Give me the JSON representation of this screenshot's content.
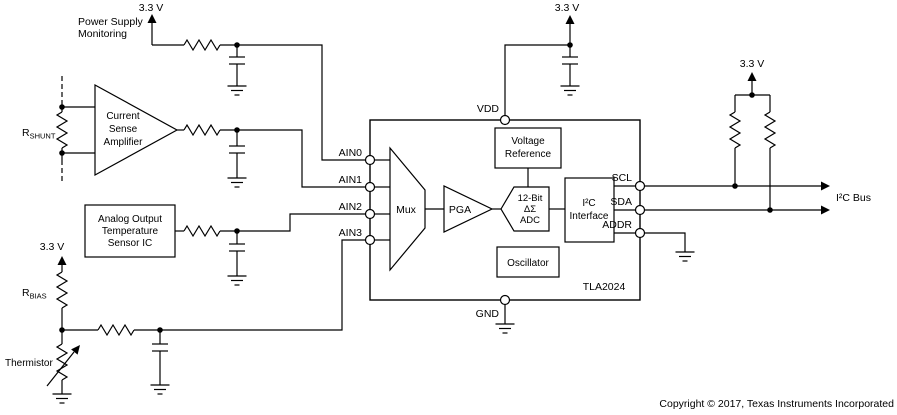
{
  "schematic": {
    "supplies": {
      "top_left": "3.3 V",
      "top_center": "3.3 V",
      "pullup": "3.3 V",
      "bottom_left": "3.3 V"
    },
    "labels": {
      "power_supply_monitoring_1": "Power Supply",
      "power_supply_monitoring_2": "Monitoring",
      "i2c_bus": "I²C Bus",
      "thermistor": "Thermistor",
      "copyright": "Copyright © 2017, Texas Instruments Incorporated"
    },
    "rshunt": {
      "base": "R",
      "sub": "SHUNT"
    },
    "rbias": {
      "base": "R",
      "sub": "BIAS"
    },
    "amplifier": {
      "line1": "Current",
      "line2": "Sense",
      "line3": "Amplifier"
    },
    "temp_sensor": {
      "line1": "Analog Output",
      "line2": "Temperature",
      "line3": "Sensor IC"
    },
    "ic": {
      "name": "TLA2024",
      "pins": {
        "vdd": "VDD",
        "gnd": "GND",
        "ain0": "AIN0",
        "ain1": "AIN1",
        "ain2": "AIN2",
        "ain3": "AIN3",
        "scl": "SCL",
        "sda": "SDA",
        "addr": "ADDR"
      },
      "blocks": {
        "mux": "Mux",
        "pga": "PGA",
        "adc1": "12-Bit",
        "adc2": "ΔΣ",
        "adc3": "ADC",
        "vref1": "Voltage",
        "vref2": "Reference",
        "oscillator": "Oscillator",
        "i2c1": "I²C",
        "i2c2": "Interface"
      }
    }
  }
}
